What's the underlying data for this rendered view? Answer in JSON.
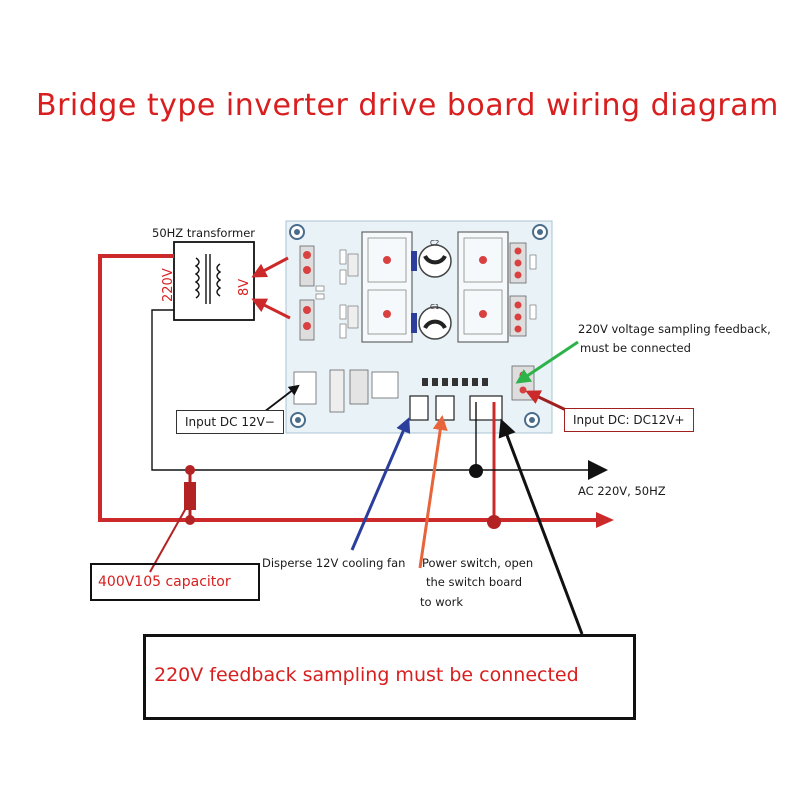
{
  "title": "Bridge type inverter drive board wiring diagram",
  "transformer": {
    "label": "50HZ transformer",
    "primary": "220V",
    "secondary": "8V"
  },
  "board": {
    "capacitor_c1": "C1",
    "capacitor_c2": "C2"
  },
  "labels": {
    "input_dc_minus": "Input DC 12V−",
    "input_dc_plus": "Input DC: DC12V+",
    "sampling_feedback_line1": "220V voltage sampling feedback,",
    "sampling_feedback_line2": "must be connected",
    "ac_output": "AC 220V, 50HZ",
    "cooling_fan": "Disperse 12V cooling fan",
    "power_switch_line1": "Power switch, open",
    "power_switch_line2": "the switch board",
    "power_switch_line3": "to work",
    "capacitor": "400V105 capacitor",
    "feedback_note": "220V feedback sampling must be connected"
  },
  "colors": {
    "title": "#d81e1e",
    "wire_red": "#cc2a2a",
    "arrow_blue": "#2b3e9b",
    "arrow_orange": "#e8643a",
    "arrow_green": "#2db34a",
    "board_bg": "#e9f2f7"
  }
}
